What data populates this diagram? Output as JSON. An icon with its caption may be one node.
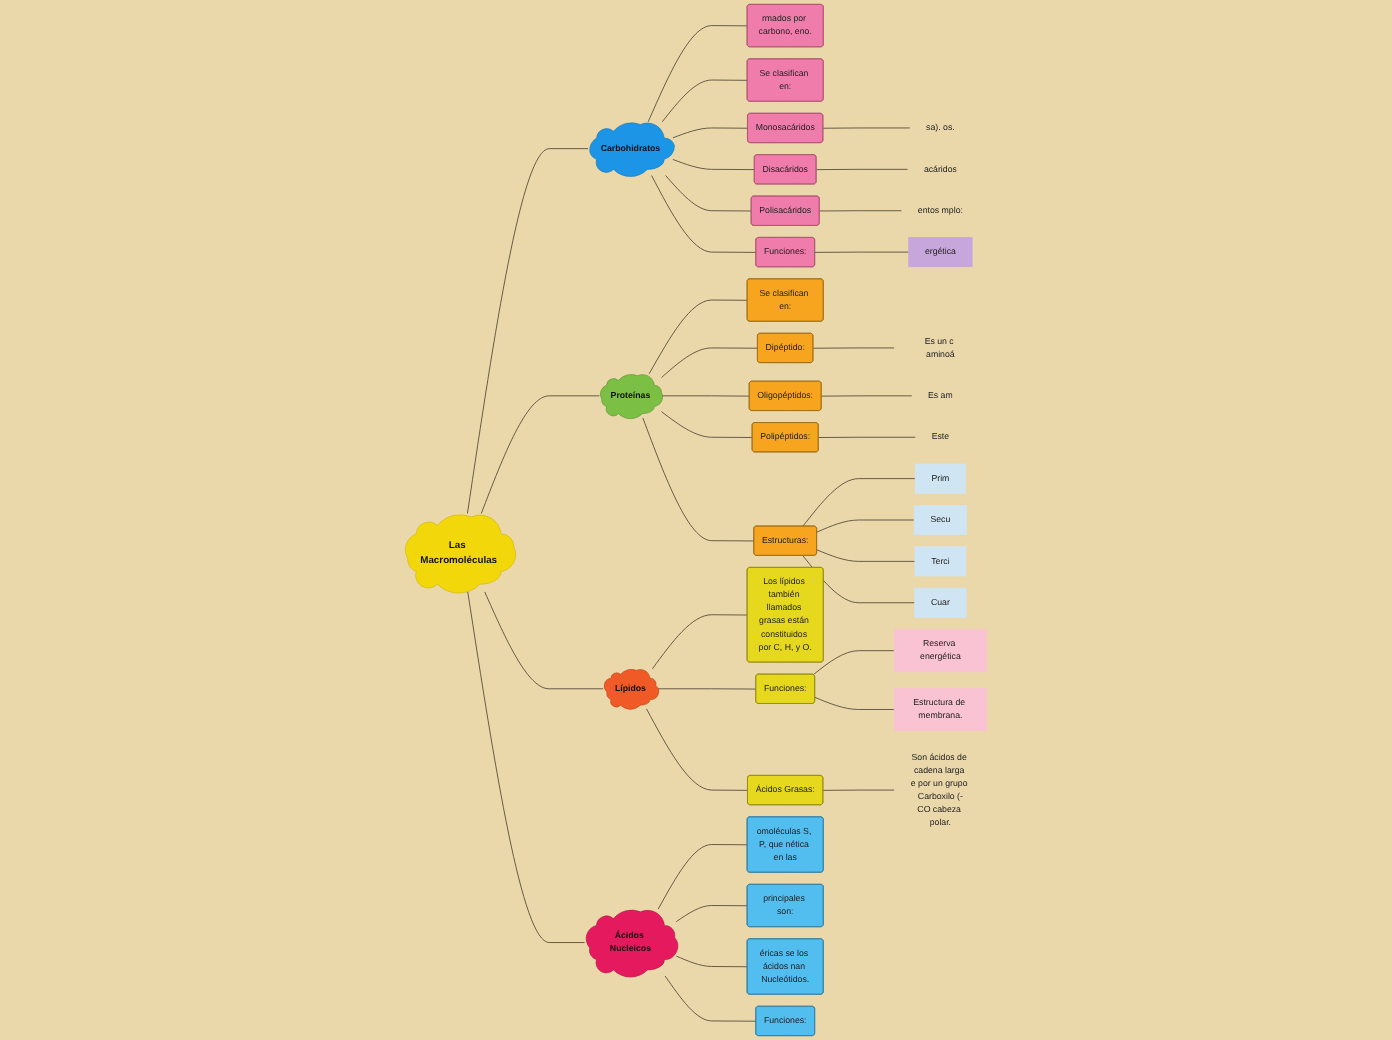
{
  "diagram": {
    "nodes": [
      {
        "text": [
          "Las Macromoléculas"
        ]
      },
      {
        "text": [
          "Carbohidratos"
        ]
      },
      {
        "text": [
          "rmados por carbono, eno."
        ]
      },
      {
        "text": [
          "Se clasifican en:"
        ]
      },
      {
        "text": [
          "Monosacáridos"
        ]
      },
      {
        "text": [
          "sa). os."
        ]
      },
      {
        "text": [
          "Disacáridos"
        ]
      },
      {
        "text": [
          "acáridos"
        ]
      },
      {
        "text": [
          "Polisacáridos"
        ]
      },
      {
        "text": [
          "entos mplo:"
        ]
      },
      {
        "text": [
          "Funciones:"
        ]
      },
      {
        "text": [
          "ergética"
        ]
      },
      {
        "text": [
          "Proteínas"
        ]
      },
      {
        "text": [
          "Se clasifican en:"
        ]
      },
      {
        "text": [
          "Dipéptido:"
        ]
      },
      {
        "text": [
          "Es un c aminoá"
        ]
      },
      {
        "text": [
          "Oligopéptidos:"
        ]
      },
      {
        "text": [
          "Es am"
        ]
      },
      {
        "text": [
          "Polipéptidos:"
        ]
      },
      {
        "text": [
          "Este"
        ]
      },
      {
        "text": [
          "Estructuras:"
        ]
      },
      {
        "text": [
          "Prim"
        ]
      },
      {
        "text": [
          "Secu"
        ]
      },
      {
        "text": [
          "Terci"
        ]
      },
      {
        "text": [
          "Cuar"
        ]
      },
      {
        "text": [
          "Lípidos"
        ]
      },
      {
        "text": [
          "Los lípidos también llamados grasas están constituidos por C, H, y O."
        ]
      },
      {
        "text": [
          "Funciones:"
        ]
      },
      {
        "text": [
          "Reserva energética"
        ]
      },
      {
        "text": [
          "Estructura de membrana."
        ]
      },
      {
        "text": [
          "Ácidos Grasas:"
        ]
      },
      {
        "text": [
          "Son ácidos de cadena larga e por un grupo Carboxilo (-CO cabeza polar."
        ]
      },
      {
        "text": [
          "Ácidos Nucleicos"
        ]
      },
      {
        "text": [
          "omoléculas S, P, que nética en las"
        ]
      },
      {
        "text": [
          "principales son:"
        ]
      },
      {
        "text": [
          "éricas se los ácidos nan Nucleótidos."
        ]
      },
      {
        "text": [
          "Funciones:"
        ]
      }
    ],
    "edges": [
      {
        "from": 0,
        "to": 1,
        "arrow": "none"
      },
      {
        "from": 0,
        "to": 12,
        "arrow": "none"
      },
      {
        "from": 0,
        "to": 25,
        "arrow": "none"
      },
      {
        "from": 0,
        "to": 32,
        "arrow": "none"
      },
      {
        "from": 1,
        "to": 2,
        "arrow": "none"
      },
      {
        "from": 1,
        "to": 3,
        "arrow": "none"
      },
      {
        "from": 1,
        "to": 4,
        "arrow": "none"
      },
      {
        "from": 4,
        "to": 5,
        "arrow": "none"
      },
      {
        "from": 1,
        "to": 6,
        "arrow": "none"
      },
      {
        "from": 6,
        "to": 7,
        "arrow": "none"
      },
      {
        "from": 1,
        "to": 8,
        "arrow": "none"
      },
      {
        "from": 8,
        "to": 9,
        "arrow": "none"
      },
      {
        "from": 1,
        "to": 10,
        "arrow": "none"
      },
      {
        "from": 10,
        "to": 11,
        "arrow": "none"
      },
      {
        "from": 12,
        "to": 13,
        "arrow": "none"
      },
      {
        "from": 12,
        "to": 14,
        "arrow": "none"
      },
      {
        "from": 14,
        "to": 15,
        "arrow": "none"
      },
      {
        "from": 12,
        "to": 16,
        "arrow": "none"
      },
      {
        "from": 16,
        "to": 17,
        "arrow": "none"
      },
      {
        "from": 12,
        "to": 18,
        "arrow": "none"
      },
      {
        "from": 18,
        "to": 19,
        "arrow": "none"
      },
      {
        "from": 12,
        "to": 20,
        "arrow": "none"
      },
      {
        "from": 20,
        "to": 21,
        "arrow": "none"
      },
      {
        "from": 20,
        "to": 22,
        "arrow": "none"
      },
      {
        "from": 20,
        "to": 23,
        "arrow": "none"
      },
      {
        "from": 20,
        "to": 24,
        "arrow": "none"
      },
      {
        "from": 25,
        "to": 26,
        "arrow": "none"
      },
      {
        "from": 25,
        "to": 27,
        "arrow": "none"
      },
      {
        "from": 27,
        "to": 28,
        "arrow": "none"
      },
      {
        "from": 27,
        "to": 29,
        "arrow": "none"
      },
      {
        "from": 25,
        "to": 30,
        "arrow": "none"
      },
      {
        "from": 30,
        "to": 31,
        "arrow": "none"
      },
      {
        "from": 32,
        "to": 33,
        "arrow": "none"
      },
      {
        "from": 32,
        "to": 34,
        "arrow": "none"
      },
      {
        "from": 32,
        "to": 35,
        "arrow": "none"
      },
      {
        "from": 32,
        "to": 36,
        "arrow": "none"
      }
    ]
  }
}
